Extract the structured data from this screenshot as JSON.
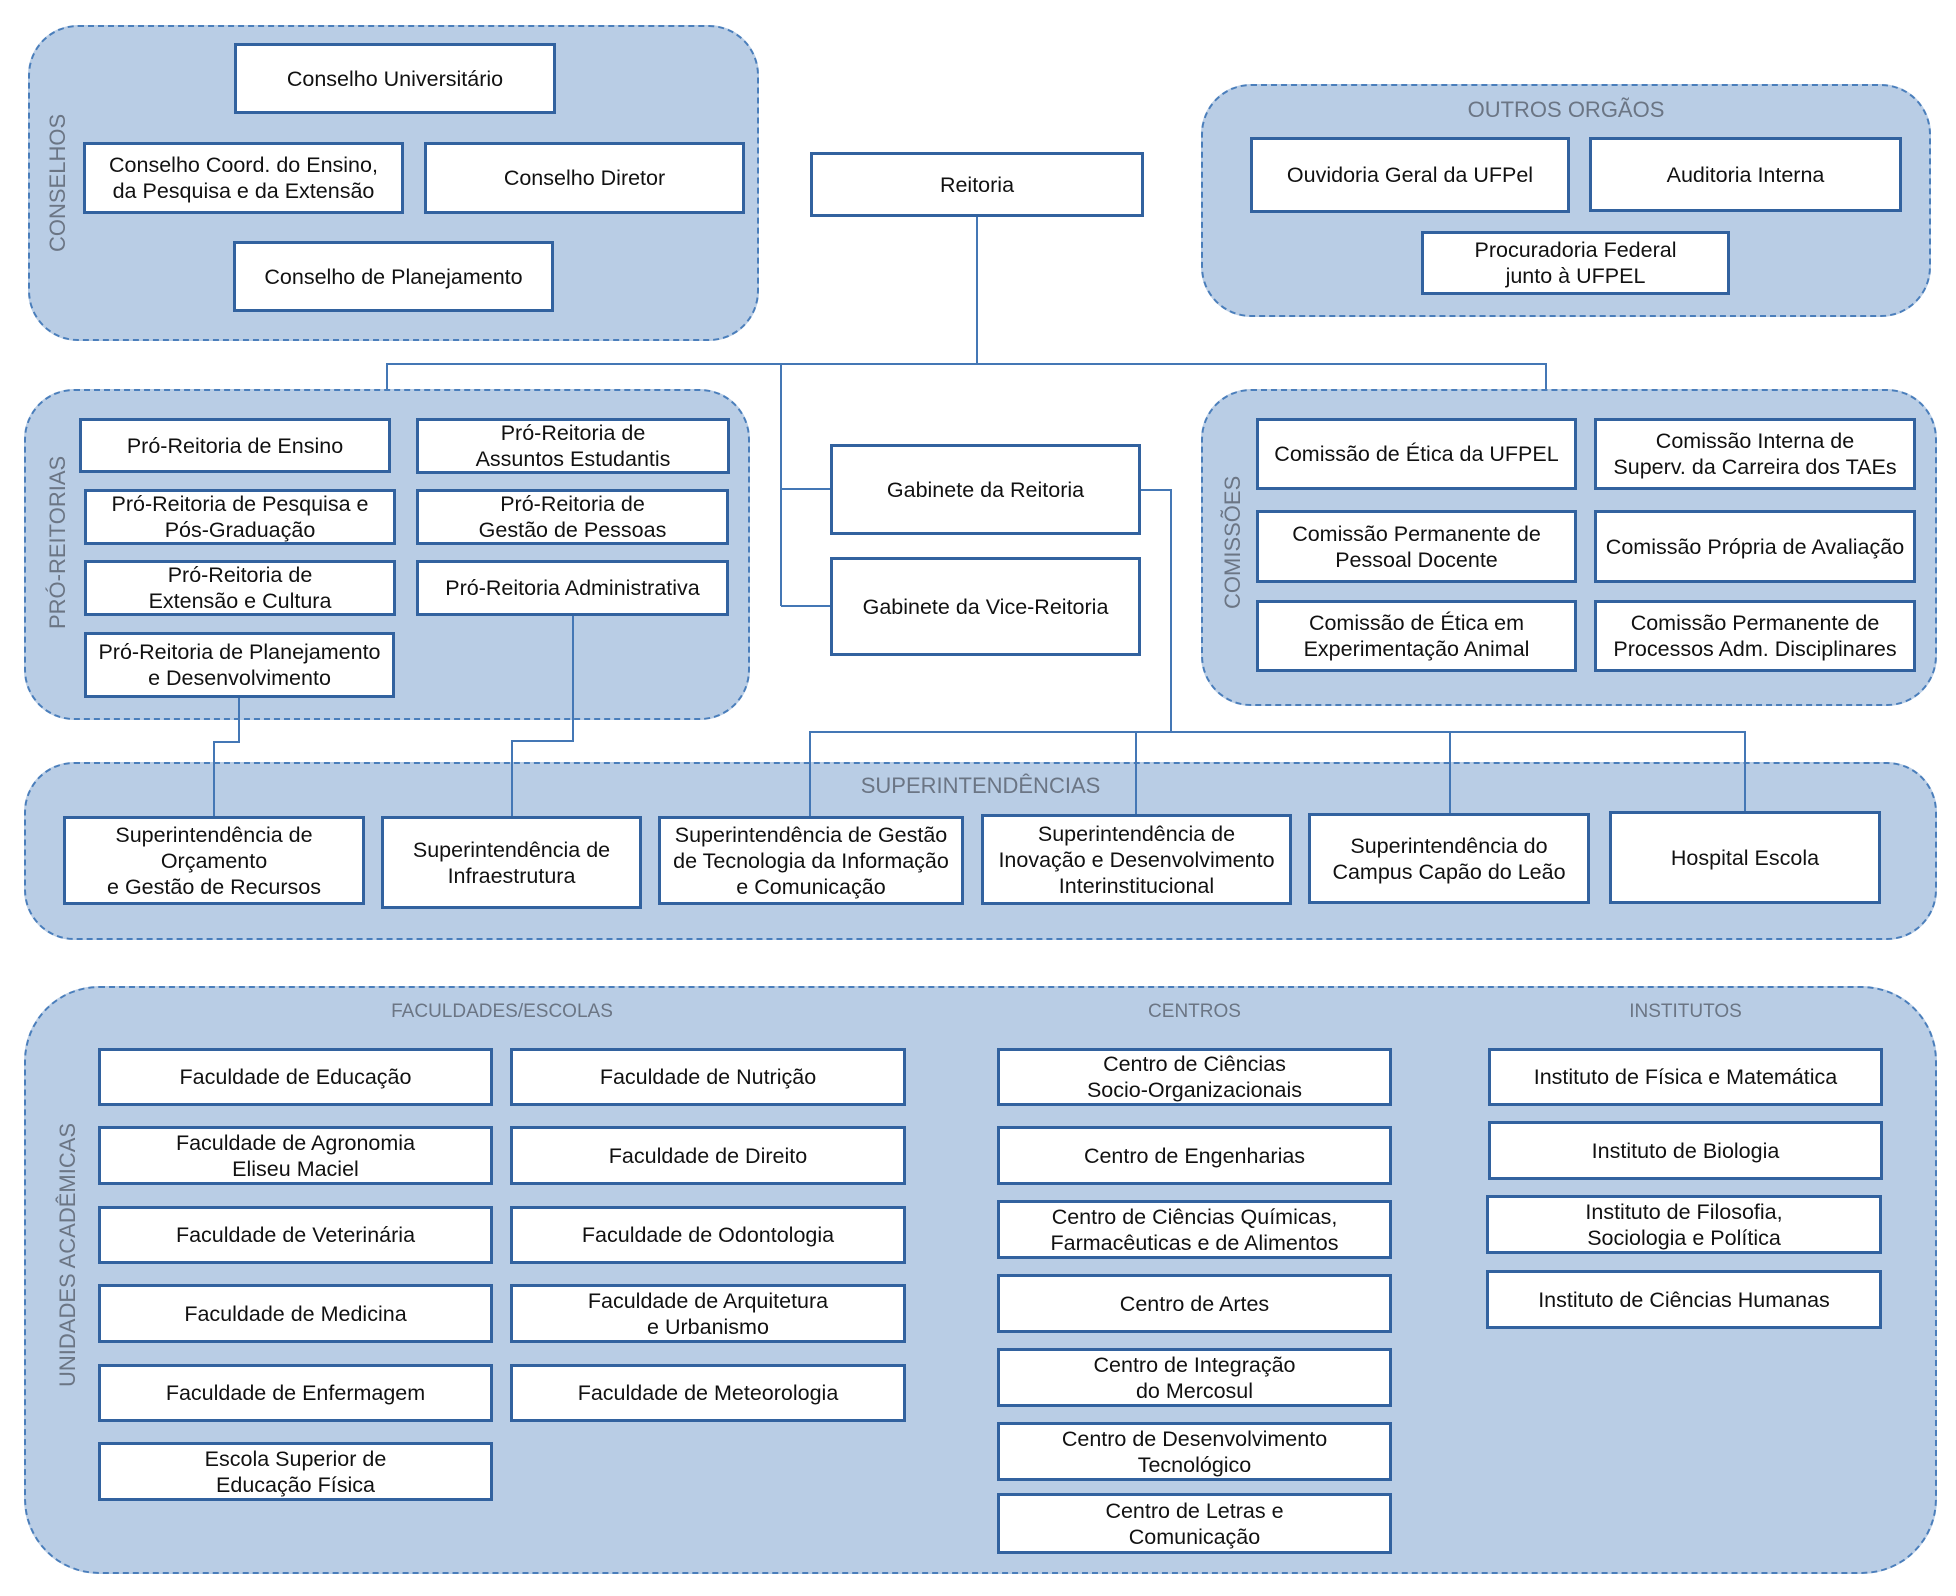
{
  "colors": {
    "panel_fill": "#b9cde5",
    "panel_border": "#4a7ebb",
    "box_border": "#32629f",
    "connector": "#4477b5",
    "label_text": "#6b7584",
    "box_text": "#111111"
  },
  "conselhos": {
    "label": "CONSELHOS",
    "items": [
      "Conselho Universitário",
      "Conselho Coord. do Ensino,\nda Pesquisa e da Extensão",
      "Conselho Diretor",
      "Conselho de Planejamento"
    ]
  },
  "reitoria": "Reitoria",
  "outros_orgaos": {
    "label": "OUTROS ORGÃOS",
    "items": [
      "Ouvidoria Geral da UFPel",
      "Auditoria Interna",
      "Procuradoria Federal\njunto à UFPEL"
    ]
  },
  "pro_reitorias": {
    "label": "PRÓ-REITORIAS",
    "items": [
      "Pró-Reitoria de Ensino",
      "Pró-Reitoria de\nAssuntos Estudantis",
      "Pró-Reitoria de Pesquisa e\nPós-Graduação",
      "Pró-Reitoria de\nGestão de Pessoas",
      "Pró-Reitoria de\nExtensão e Cultura",
      "Pró-Reitoria Administrativa",
      "Pró-Reitoria de Planejamento\ne Desenvolvimento"
    ]
  },
  "gabinetes": [
    "Gabinete da Reitoria",
    "Gabinete da Vice-Reitoria"
  ],
  "comissoes": {
    "label": "COMISSÕES",
    "items": [
      "Comissão de Ética da UFPEL",
      "Comissão Interna de\nSuperv. da Carreira dos TAEs",
      "Comissão Permanente de\nPessoal Docente",
      "Comissão Própria de Avaliação",
      "Comissão de Ética em\nExperimentação Animal",
      "Comissão Permanente de\nProcessos Adm. Disciplinares"
    ]
  },
  "superintendencias": {
    "label": "SUPERINTENDÊNCIAS",
    "items": [
      "Superintendência de\nOrçamento\ne Gestão de Recursos",
      "Superintendência de\nInfraestrutura",
      "Superintendência de Gestão\nde Tecnologia da Informação\ne Comunicação",
      "Superintendência de\nInovação e Desenvolvimento\nInterinstitucional",
      "Superintendência do\nCampus Capão do Leão",
      "Hospital Escola"
    ]
  },
  "unidades_academicas": {
    "label": "UNIDADES ACADÊMICAS",
    "faculdades_escolas": {
      "heading": "FACULDADES/ESCOLAS",
      "items": [
        "Faculdade de Educação",
        "Faculdade de Agronomia\nEliseu Maciel",
        "Faculdade de Veterinária",
        "Faculdade de Medicina",
        "Faculdade de Enfermagem",
        "Escola Superior de\nEducação Física",
        "Faculdade de Nutrição",
        "Faculdade de Direito",
        "Faculdade de Odontologia",
        "Faculdade de Arquitetura\ne Urbanismo",
        "Faculdade de Meteorologia"
      ]
    },
    "centros": {
      "heading": "CENTROS",
      "items": [
        "Centro de Ciências\nSocio-Organizacionais",
        "Centro de Engenharias",
        "Centro de Ciências Químicas,\nFarmacêuticas e de Alimentos",
        "Centro de Artes",
        "Centro de Integração\ndo Mercosul",
        "Centro de Desenvolvimento\nTecnológico",
        "Centro de Letras e\nComunicação"
      ]
    },
    "institutos": {
      "heading": "INSTITUTOS",
      "items": [
        "Instituto de Física e Matemática",
        "Instituto de Biologia",
        "Instituto de Filosofia,\nSociologia e Política",
        "Instituto de Ciências Humanas"
      ]
    }
  }
}
